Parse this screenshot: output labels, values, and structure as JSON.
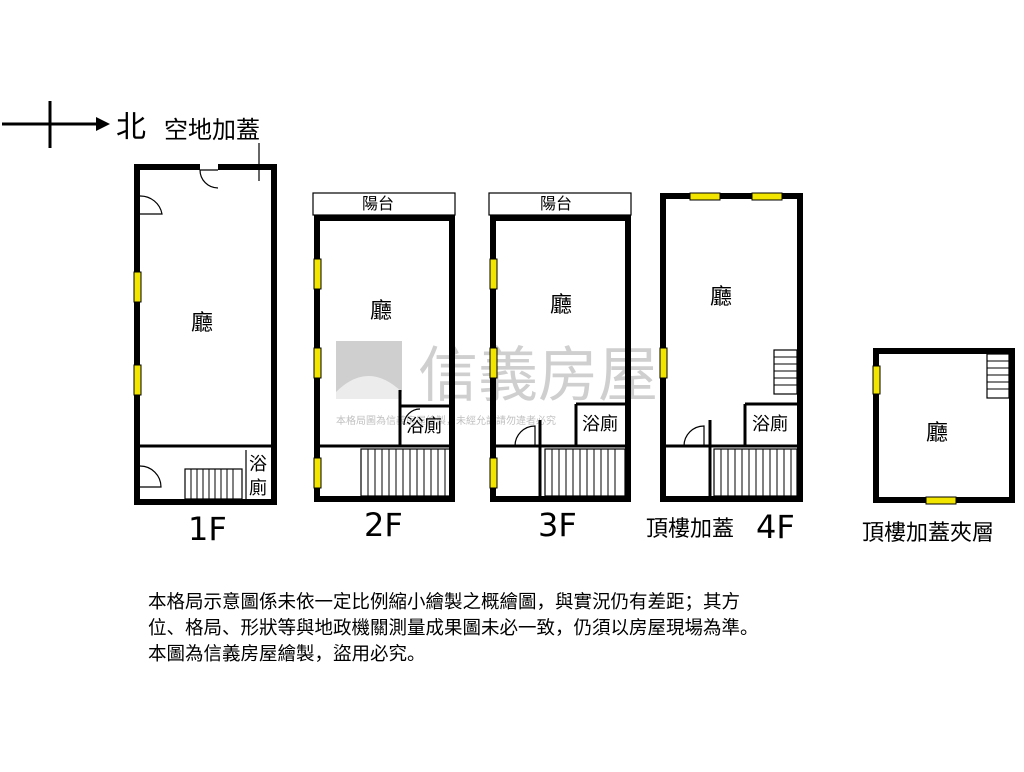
{
  "compass": {
    "north_label": "北"
  },
  "extension_label": "空地加蓋",
  "watermark": {
    "brand": "信義房屋",
    "notice": "本格局圖為信義房屋繪製，未經允許請勿違者必究"
  },
  "floors": {
    "f1": {
      "level": "1F",
      "hall": "廳",
      "bath_top": "浴",
      "bath_bottom": "廁"
    },
    "f2": {
      "level": "2F",
      "hall": "廳",
      "balcony": "陽台",
      "bath": "浴廁"
    },
    "f3": {
      "level": "3F",
      "hall": "廳",
      "balcony": "陽台",
      "bath": "浴廁"
    },
    "f4": {
      "level_prefix": "頂樓加蓋",
      "level": "4F",
      "hall": "廳",
      "bath": "浴廁"
    },
    "mezz": {
      "level": "頂樓加蓋夾層",
      "hall": "廳"
    }
  },
  "disclaimer": [
    "本格局示意圖係未依一定比例縮小繪製之概繪圖，與實況仍有差距；其方",
    "位、格局、形狀等與地政機關測量成果圖未必一致，仍須以房屋現場為準。",
    "本圖為信義房屋繪製，盜用必究。"
  ],
  "colors": {
    "window": "#f2e600",
    "wall": "#000000",
    "watermark": "#cfcfcf"
  }
}
